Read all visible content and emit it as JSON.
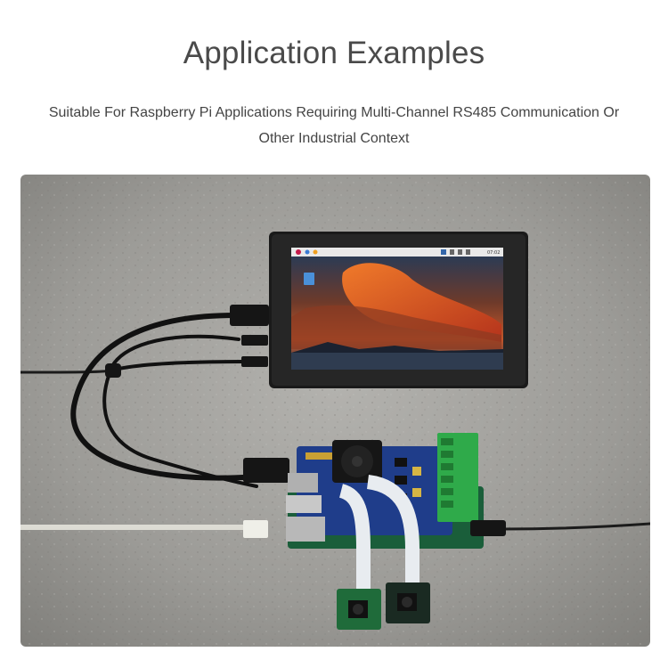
{
  "header": {
    "title": "Application Examples",
    "subtitle_line1": "Suitable For Raspberry Pi Applications Requiring Multi-Channel RS485 Communication Or",
    "subtitle_line2": "Other Industrial Context"
  },
  "screen": {
    "clock": "07:02"
  },
  "colors": {
    "board_blue": "#1f3d8a",
    "terminal_green": "#2faa4a",
    "concrete": "#9a9a98",
    "camera_board": "#1f6b3a"
  }
}
